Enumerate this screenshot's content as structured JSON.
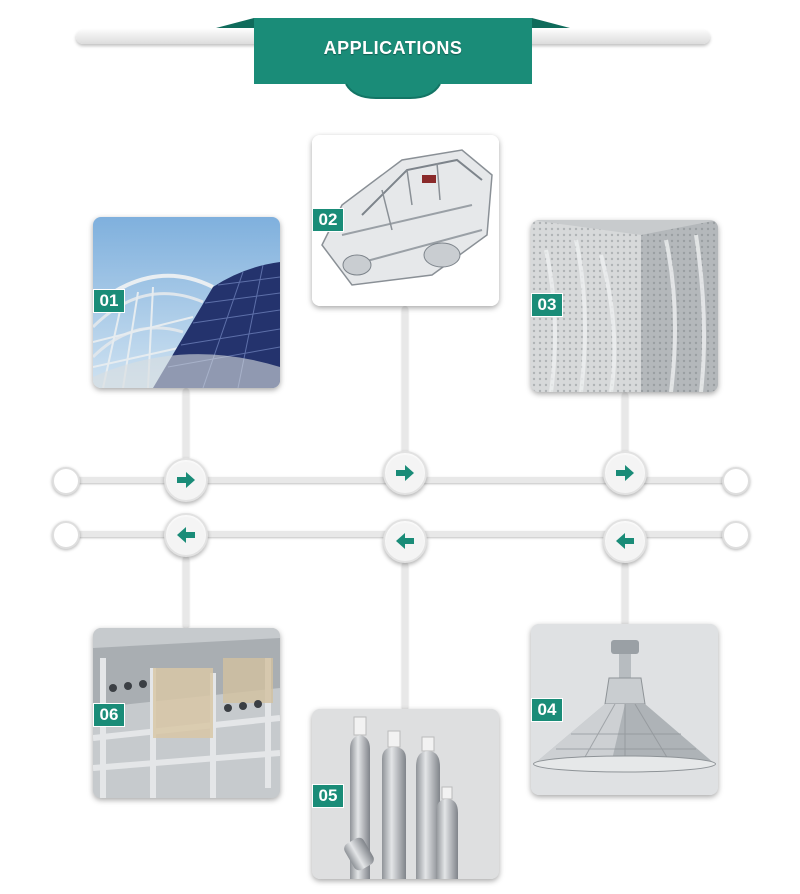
{
  "header": {
    "title": "APPLICATIONS"
  },
  "accent_color": "#1a8c78",
  "arrows": {
    "top_row": [
      "arrow-right-icon",
      "arrow-right-icon",
      "arrow-right-icon"
    ],
    "bottom_row": [
      "arrow-left-icon",
      "arrow-left-icon",
      "arrow-left-icon"
    ]
  },
  "applications": [
    {
      "number": "01",
      "image": "solar-panel-roof"
    },
    {
      "number": "02",
      "image": "car-body-frame"
    },
    {
      "number": "03",
      "image": "perforated-facade"
    },
    {
      "number": "04",
      "image": "industrial-lamp"
    },
    {
      "number": "05",
      "image": "aluminum-bottles"
    },
    {
      "number": "06",
      "image": "profile-conveyor"
    }
  ]
}
